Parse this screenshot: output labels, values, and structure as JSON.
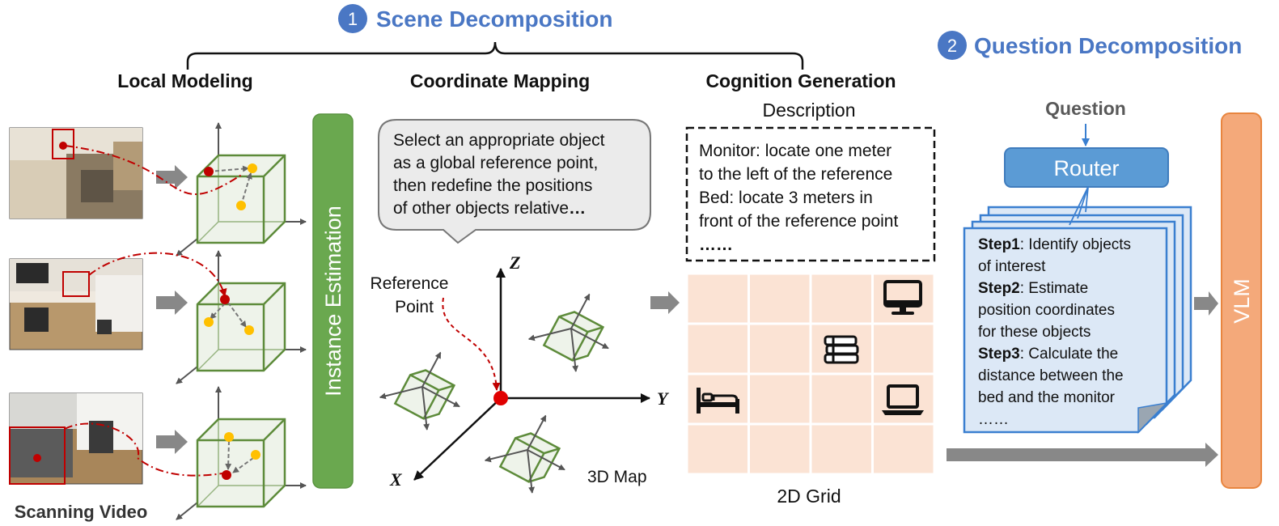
{
  "header": {
    "scene_num": "1",
    "scene_title": "Scene Decomposition",
    "question_num": "2",
    "question_title": "Question Decomposition"
  },
  "scene": {
    "local_modeling": "Local Modeling",
    "coordinate_mapping": "Coordinate Mapping",
    "cognition_generation": "Cognition Generation",
    "scanning_video": "Scanning Video",
    "instance_estimation": "Instance Estimation",
    "callout": [
      "Select an appropriate object",
      "as a global reference point,",
      "then redefine the positions",
      "of other objects relative"
    ],
    "callout_ellipsis": "…",
    "reference_point": [
      "Reference",
      "Point"
    ],
    "axis_z": "Z",
    "axis_y": "Y",
    "axis_x": "X",
    "map_label": "3D Map",
    "description_label": "Description",
    "description_lines": [
      "Monitor: locate one meter",
      "to the left of the reference",
      "Bed: locate 3 meters in",
      "front of the reference point",
      "……"
    ],
    "grid_label": "2D Grid",
    "grid_icons": [
      "monitor-icon",
      "books-icon",
      "bed-icon",
      "laptop-icon"
    ]
  },
  "question": {
    "question_label": "Question",
    "router_label": "Router",
    "steps": [
      {
        "head": "Step1",
        "lines": [
          ": Identify objects",
          "of interest"
        ]
      },
      {
        "head": "Step2",
        "lines": [
          ": Estimate",
          "position coordinates",
          "for these objects"
        ]
      },
      {
        "head": "Step3",
        "lines": [
          ": Calculate the",
          "distance between the",
          "bed and the monitor"
        ]
      }
    ],
    "steps_ellipsis": "……",
    "vlm_label": "VLM"
  },
  "colors": {
    "heading_blue": "#4a77c4",
    "instance_green": "#6aa84f",
    "vlm_orange": "#f4a97a",
    "router_blue": "#5b9bd5",
    "grid_peach": "#fbe3d4",
    "cube_green": "#5d8b3a",
    "red": "#c00000"
  }
}
